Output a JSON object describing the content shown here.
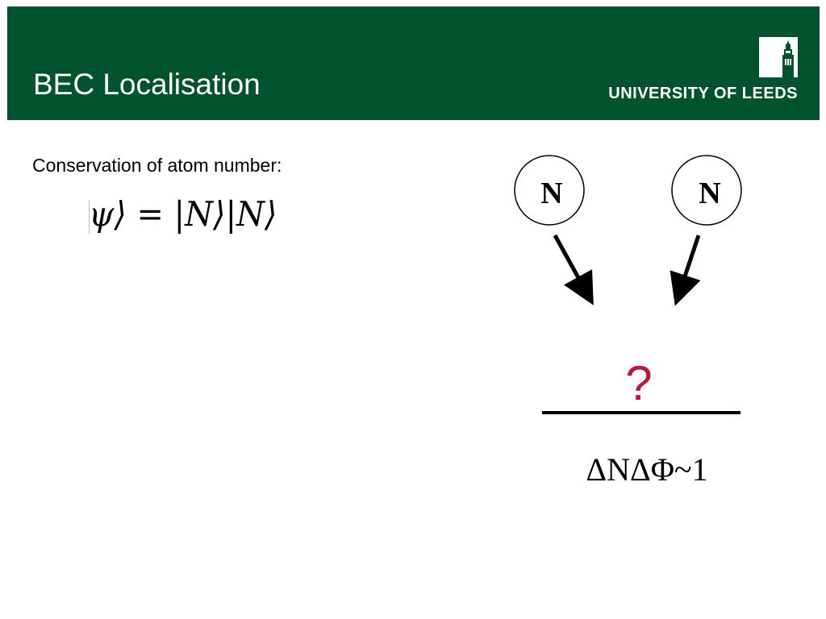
{
  "header": {
    "title": "BEC Localisation",
    "background_color": "#01522e",
    "logo": {
      "wordmark": "UNIVERSITY OF LEEDS",
      "icon": "parkinson-tower-icon"
    }
  },
  "content": {
    "statement": "Conservation of atom number:",
    "equation": "ψ⟩ = |N⟩|N⟩"
  },
  "diagram": {
    "nodes": [
      {
        "label": "N"
      },
      {
        "label": "N"
      }
    ],
    "unknown_label": "?",
    "unknown_color": "#c0143c",
    "relation": "ΔNΔΦ~1"
  }
}
